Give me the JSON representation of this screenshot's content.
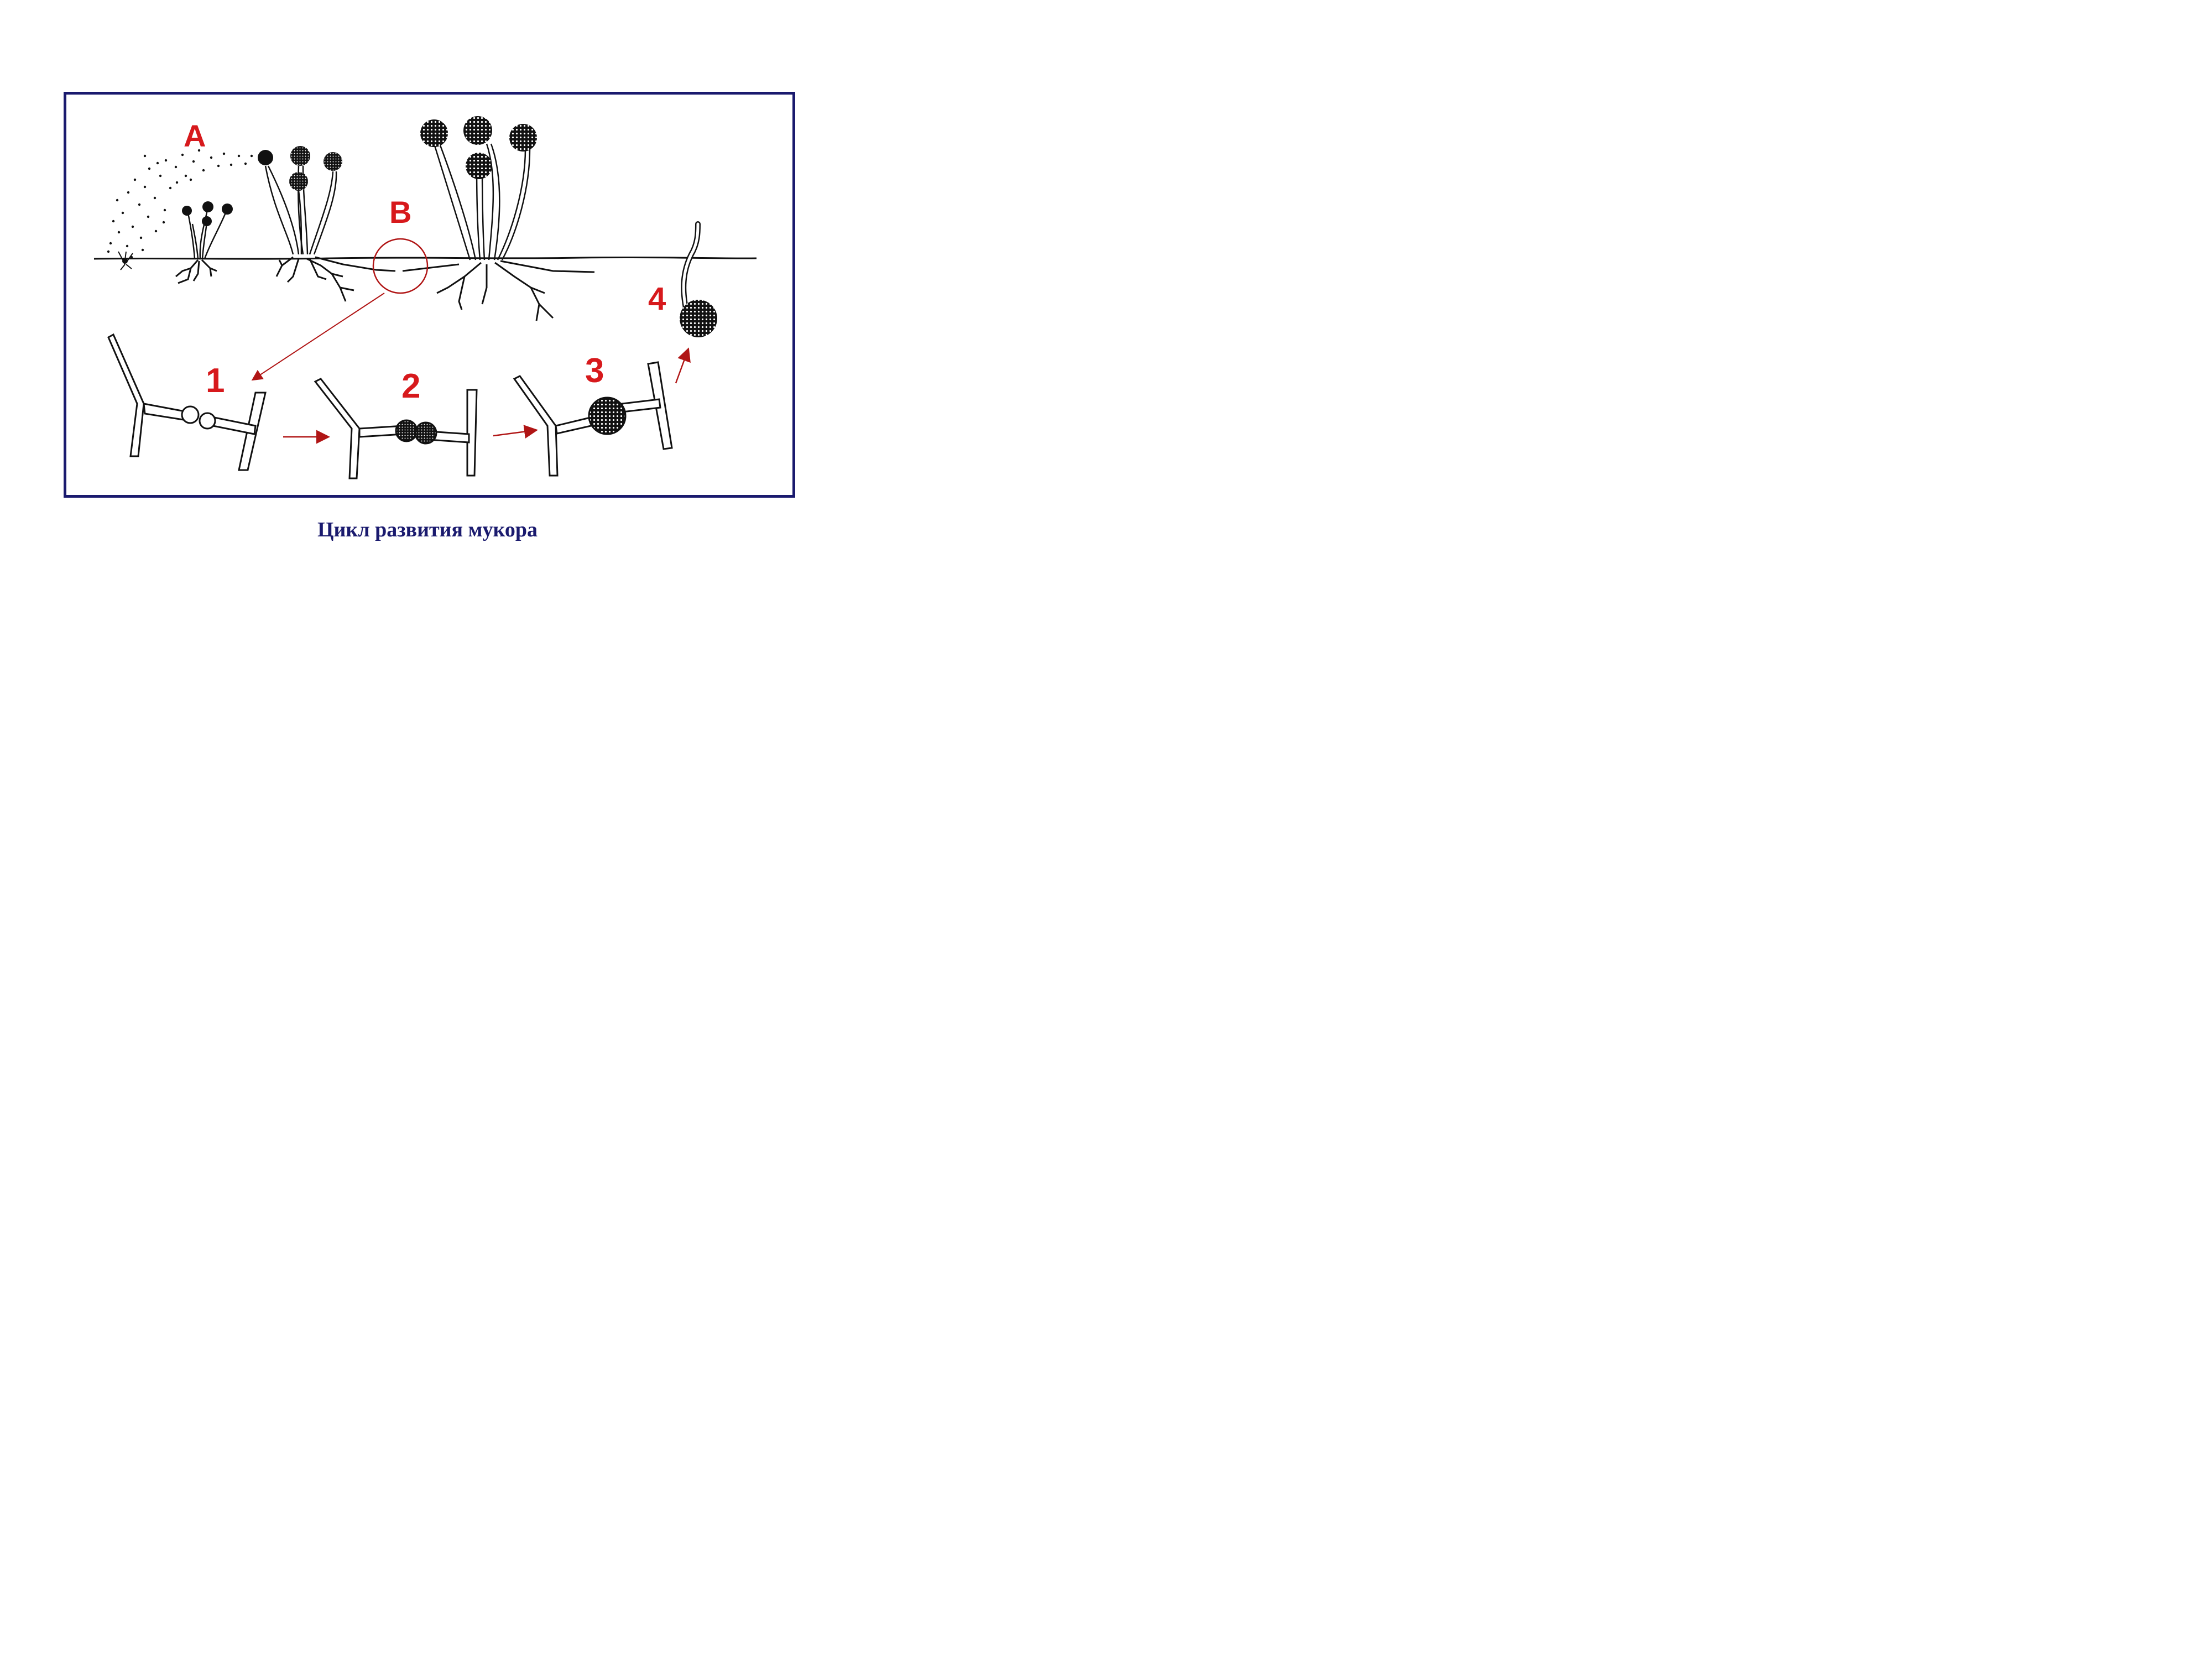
{
  "labels": {
    "stage_a": "A",
    "stage_b": "B",
    "step_1": "1",
    "step_2": "2",
    "step_3": "3",
    "step_4": "4"
  },
  "caption": "Цикл развития мукора",
  "colors": {
    "frame": "#1a1a6e",
    "labels": "#d7191c",
    "arrows": "#b01515",
    "ink": "#111111",
    "caption": "#1a1a6e"
  }
}
